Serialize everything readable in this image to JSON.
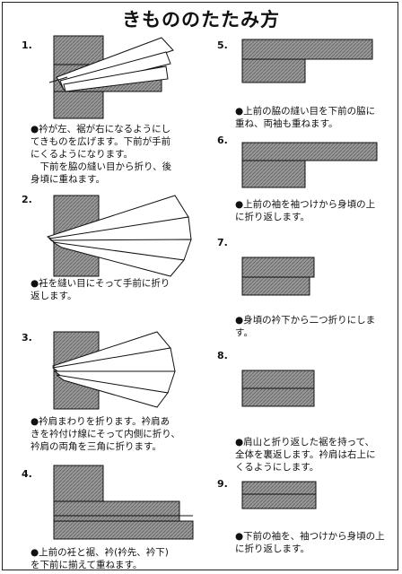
{
  "title": "きもののたたみ方",
  "steps": [
    {
      "num": "1.",
      "text": "●衿が左、裾が右になるようにし\nてきものを広げます。下前が手前\nにくるようになります。\n　下前を脇の縫い目から折り、後\n身頃に重ねます。"
    },
    {
      "num": "2.",
      "text": "●衽を縫い目にそって手前に折り\n返します。"
    },
    {
      "num": "3.",
      "text": "●衿肩まわりを折ります。衿肩あ\nきを衿付け線にそって内側に折り、\n衿肩の両角を三角に折ります。"
    },
    {
      "num": "4.",
      "text": "●上前の衽と裾、衿(衿先、衿下)\nを下前に揃えて重ねます。"
    },
    {
      "num": "5.",
      "text": "●上前の脇の縫い目を下前の脇に\n重ね、両袖も重ねます。"
    },
    {
      "num": "6.",
      "text": "●上前の袖を袖つけから身頃の上\nに折り返します。"
    },
    {
      "num": "7.",
      "text": "●身頃の衿下から二つ折りにしま\nす。"
    },
    {
      "num": "8.",
      "text": "●肩山と折り返した裾を持って、\n全体を裏返します。衿肩は右上に\nくるようにします。"
    },
    {
      "num": "9.",
      "text": "●下前の袖を、袖つけから身頃の上\nに折り返します。"
    }
  ]
}
